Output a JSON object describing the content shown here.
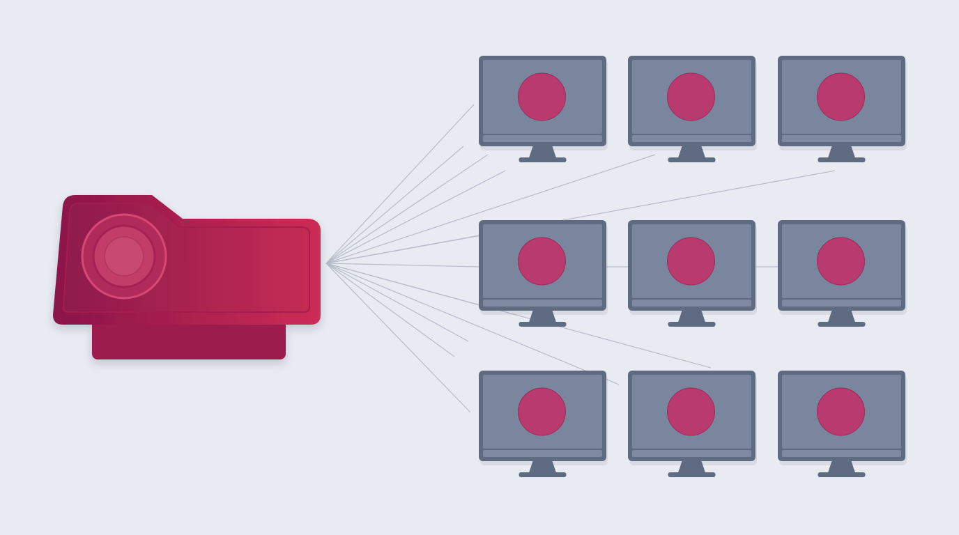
{
  "colors": {
    "background": "#e9ebf2",
    "source_dark": "#8a1449",
    "source_light": "#cc2d55",
    "monitor_frame": "#5f6b80",
    "monitor_screen": "#7a869e",
    "monitor_dot": "#b83a6e",
    "connector_line": "#b5bbca"
  },
  "icons": {
    "source": "shared-folder-icon",
    "targets": "monitor-icon"
  },
  "diagram": {
    "rows": 3,
    "columns": 3,
    "target_count": 9
  }
}
